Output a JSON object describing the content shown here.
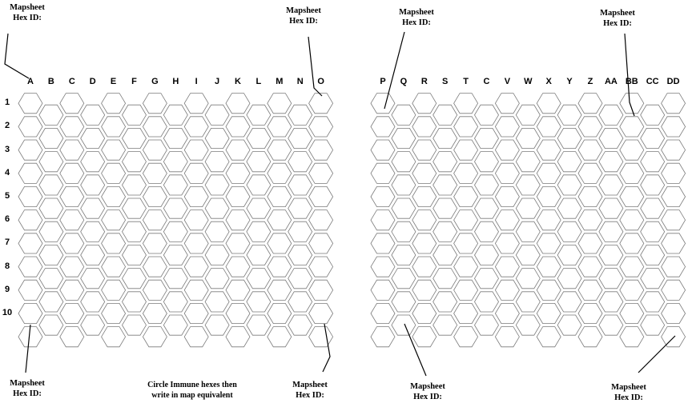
{
  "left_sheet": {
    "columns": [
      "A",
      "B",
      "C",
      "D",
      "E",
      "F",
      "G",
      "H",
      "I",
      "J",
      "K",
      "L",
      "M",
      "N",
      "O"
    ],
    "rows": [
      "1",
      "2",
      "3",
      "4",
      "5",
      "6",
      "7",
      "8",
      "9",
      "10"
    ]
  },
  "right_sheet": {
    "columns": [
      "P",
      "Q",
      "R",
      "S",
      "T",
      "C",
      "V",
      "W",
      "X",
      "Y",
      "Z",
      "AA",
      "BB",
      "CC",
      "DD"
    ]
  },
  "mapsheet_labels": {
    "top_left": {
      "line1": "Mapsheet",
      "line2": "Hex ID:"
    },
    "top_mid_left": {
      "line1": "Mapsheet",
      "line2": "Hex ID:"
    },
    "top_mid_right": {
      "line1": "Mapsheet",
      "line2": "Hex ID:"
    },
    "top_right": {
      "line1": "Mapsheet",
      "line2": "Hex ID:"
    },
    "bottom_left": {
      "line1": "Mapsheet",
      "line2": "Hex ID:"
    },
    "bottom_mid_left": {
      "line1": "Mapsheet",
      "line2": "Hex ID:"
    },
    "bottom_mid_right": {
      "line1": "Mapsheet",
      "line2": "Hex ID:"
    },
    "bottom_right": {
      "line1": "Mapsheet",
      "line2": "Hex ID:"
    }
  },
  "instructions": {
    "line1": "Circle Immune hexes then",
    "line2": "write in map equivalent"
  },
  "colors": {
    "grid": "#7a7a7a",
    "ink": "#000000"
  }
}
